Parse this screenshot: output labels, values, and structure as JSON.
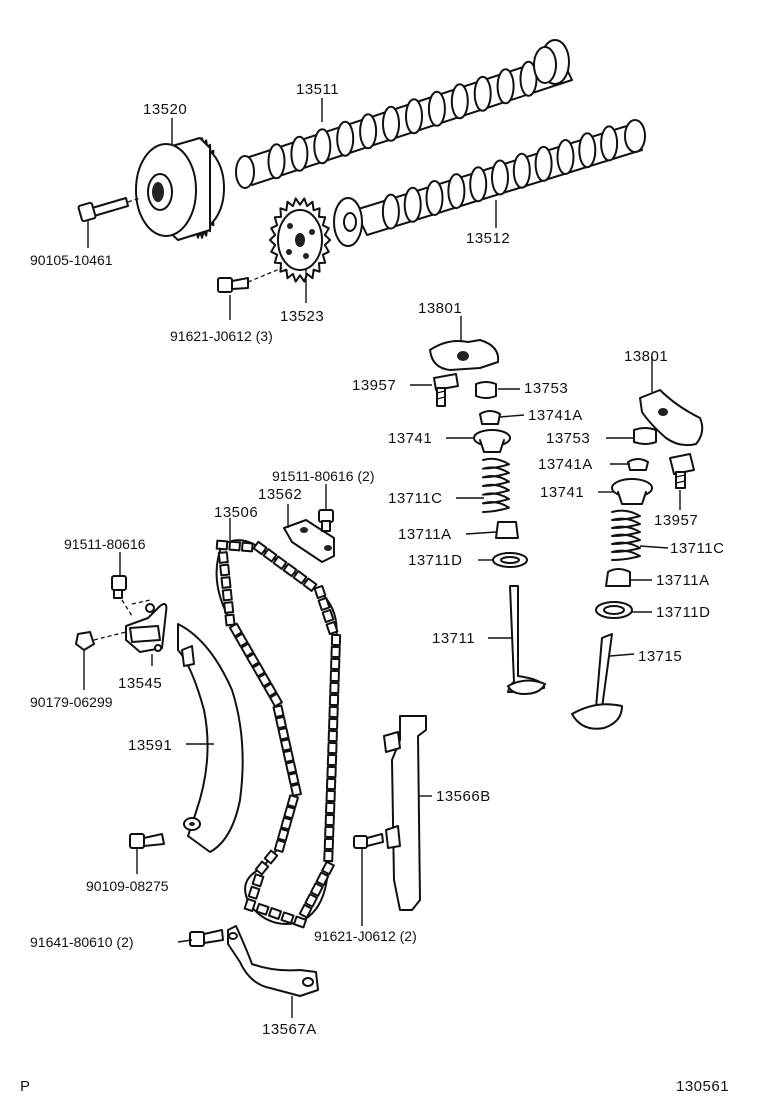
{
  "labels": {
    "p13520": "13520",
    "p13511": "13511",
    "p13512": "13512",
    "p90105": "90105-10461",
    "p13523": "13523",
    "p91621a": "91621-J0612 (3)",
    "p13801a": "13801",
    "p13957a": "13957",
    "p13753a": "13753",
    "p13741Aa": "13741A",
    "p13741a": "13741",
    "p13711Ca": "13711C",
    "p13711Aa": "13711A",
    "p13711Da": "13711D",
    "p13711": "13711",
    "p13801b": "13801",
    "p13753b": "13753",
    "p13741Ab": "13741A",
    "p13741b": "13741",
    "p13957b": "13957",
    "p13711Cb": "13711C",
    "p13711Ab": "13711A",
    "p13711Db": "13711D",
    "p13715": "13715",
    "p91511b": "91511-80616 (2)",
    "p13562": "13562",
    "p13506": "13506",
    "p91511a": "91511-80616",
    "p13545": "13545",
    "p90179": "90179-06299",
    "p13591": "13591",
    "p13566B": "13566B",
    "p90109": "90109-08275",
    "p91621b": "91621-J0612 (2)",
    "p91641": "91641-80610 (2)",
    "p13567A": "13567A",
    "corner_left": "P",
    "corner_right": "130561"
  }
}
